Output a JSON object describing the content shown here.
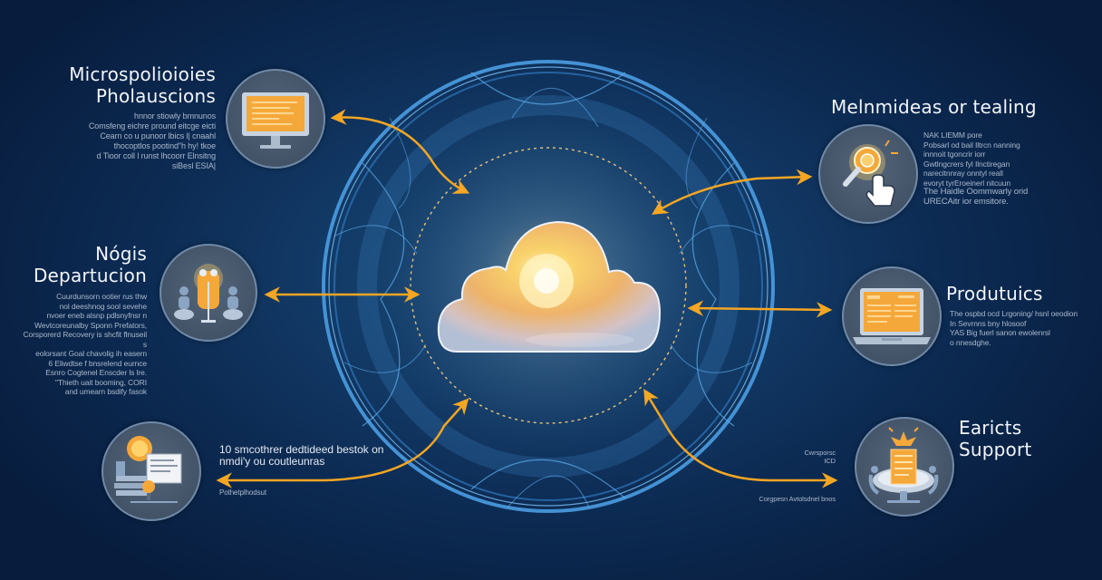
{
  "diagram": {
    "hub": {
      "label": "cloud-hub",
      "icon": "glowing-cloud-icon"
    },
    "colors": {
      "background": "#0c2a52",
      "accent": "#f5a623",
      "sphere": "#3f8fd6",
      "node_fill": "#4a5a6e",
      "node_border": "#6f8aa8",
      "text": "#f2f5fa",
      "subtext": "#a9b8cc"
    },
    "nodes": [
      {
        "id": "top-left",
        "title_lines": [
          "Microspolioioies",
          "Pholauscions"
        ],
        "icon": "monitor-icon",
        "description": [
          "hnnor stiowly bmnunos",
          "Comsfeng eichre pround eitcge eicti",
          "Cearn co u punoor lbics l| cnaahl",
          "thocoptlos pootind\"h hy! tkoe",
          "d Tioor coll l runst lhcoorr Elnsitng",
          "siBesl ESIA|"
        ]
      },
      {
        "id": "mid-left",
        "title_lines": [
          "Nógis",
          "Departucion"
        ],
        "icon": "team-meeting-icon",
        "description": [
          "Cuurdunsorn ootier rus thw",
          "nol deeshnog sool sevehe",
          "nvoer eneb alsnp pdlsnyfnsr n",
          "Wevtcoreunalby Sponn Prefators,",
          "Corsporerd Recovery is shcfit flnuseil s",
          "eolorsant Goal chavolig ih easern",
          "6 Eliwdtse f bnsrelend eurnce",
          "Esnro Cogtenel Enscder ls lre.",
          "\"Thieth uait booming, CORI",
          "and umearn bsdify fasok"
        ]
      },
      {
        "id": "bottom-left",
        "title_lines": [],
        "icon": "documents-idea-icon",
        "description": [
          "10 smcothrer dedtideed bestok on",
          "nmdi'y ou coutleunras"
        ],
        "caption": "Pothetplhodsut"
      },
      {
        "id": "top-right",
        "title_lines": [
          "Melnmideas or tealing"
        ],
        "icon": "search-click-icon",
        "description": [
          "NAK LIEMM pore",
          "Pobsarl od bail Iltrcn nanning",
          "innnoit tgoncrir iorr",
          "Gwtlngcrers fyl Ilnctiregan",
          "narecitnnray onntyl reall",
          "evoryt tyrEroeinerl nitcuun",
          "The Haidle Oommwarly orid",
          "URECAitr ior emsitore."
        ]
      },
      {
        "id": "mid-right",
        "title_lines": [
          "Produtuics"
        ],
        "icon": "laptop-icon",
        "description": [
          "The ospbd ocd Lrgoning/ hsnl oeodion",
          "In Sevrnns bny hlosoof",
          "YAS Big fuerl sanon ewolenrsl",
          "o nnesdghe."
        ]
      },
      {
        "id": "bottom-right",
        "title_lines": [
          "Earicts",
          "Support"
        ],
        "icon": "support-desk-icon",
        "description": [],
        "arrow_label_top": [
          "Cwrsporsc",
          "ICD"
        ],
        "arrow_label_bottom": "Corgpesn Avtolsdnel bnos"
      }
    ],
    "connections": [
      {
        "from": "hub",
        "to": "top-left",
        "style": "double-arrow-curved"
      },
      {
        "from": "hub",
        "to": "mid-left",
        "style": "double-arrow"
      },
      {
        "from": "hub",
        "to": "bottom-left",
        "style": "double-arrow-curved"
      },
      {
        "from": "hub",
        "to": "top-right",
        "style": "double-arrow-curved"
      },
      {
        "from": "hub",
        "to": "mid-right",
        "style": "double-arrow"
      },
      {
        "from": "hub",
        "to": "bottom-right",
        "style": "double-arrow-curved"
      }
    ]
  }
}
